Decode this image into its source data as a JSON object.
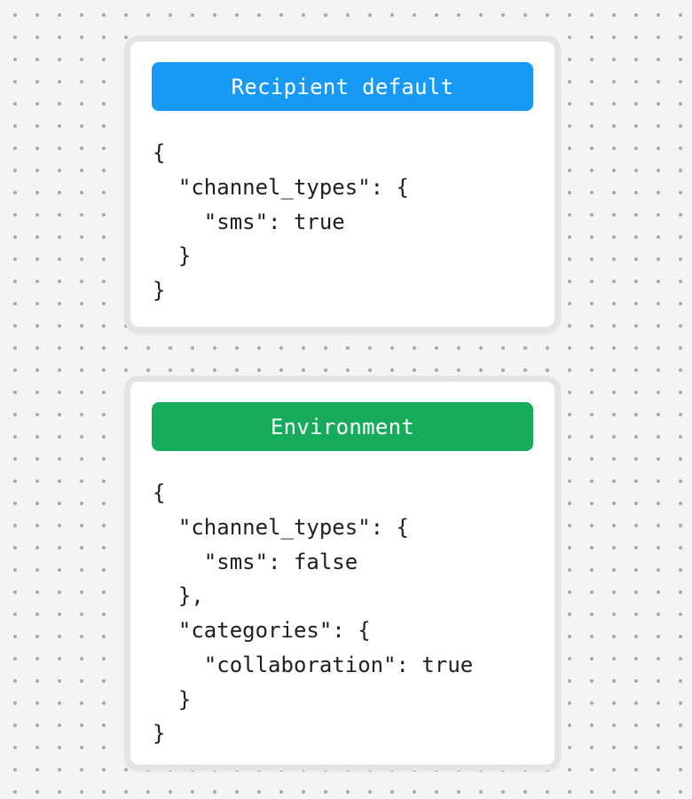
{
  "page": {
    "background_color": "#f4f4f4",
    "dot_color": "#a8a8a8",
    "card_border_color": "#e4e4e4"
  },
  "cards": [
    {
      "id": "recipient-default",
      "header": {
        "label": "Recipient default",
        "color": "#169af5",
        "text_color": "#ffffff"
      },
      "code_lines": [
        "{",
        "  \"channel_types\": {",
        "    \"sms\": true",
        "  }",
        "}"
      ]
    },
    {
      "id": "environment",
      "header": {
        "label": "Environment",
        "color": "#17ab5c",
        "text_color": "#ffffff"
      },
      "code_lines": [
        "{",
        "  \"channel_types\": {",
        "    \"sms\": false",
        "  },",
        "  \"categories\": {",
        "    \"collaboration\": true",
        "  }",
        "}"
      ]
    }
  ]
}
